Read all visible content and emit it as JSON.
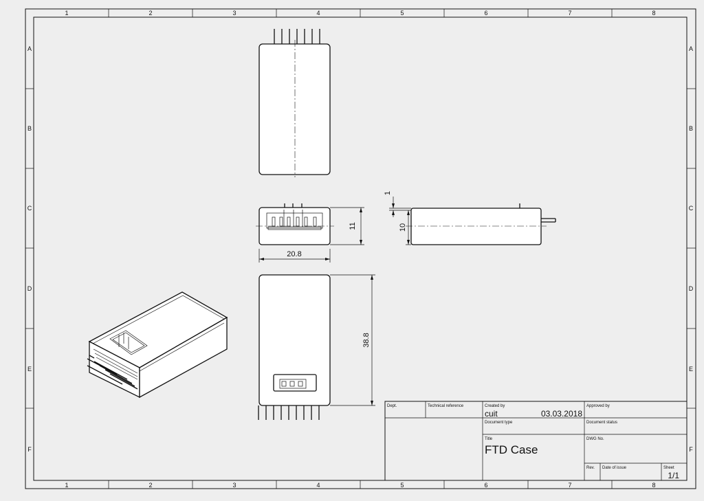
{
  "zones": {
    "columns": [
      "1",
      "2",
      "3",
      "4",
      "5",
      "6",
      "7",
      "8"
    ],
    "rows": [
      "A",
      "B",
      "C",
      "D",
      "E",
      "F"
    ]
  },
  "dimensions": {
    "width": "20.8",
    "length": "38.8",
    "height": "11",
    "side_height": "10",
    "offset": "1"
  },
  "title_block": {
    "dept_label": "Dept.",
    "tech_ref_label": "Technical reference",
    "created_by_label": "Created by",
    "created_by_value": "cuit",
    "created_date": "03.03.2018",
    "approved_by_label": "Approved by",
    "doc_type_label": "Document type",
    "doc_status_label": "Document status",
    "title_label": "Title",
    "title_value": "FTD Case",
    "dwg_no_label": "DWG No.",
    "rev_label": "Rev.",
    "date_issue_label": "Date of issue",
    "sheet_label": "Sheet",
    "sheet_value": "1/1"
  }
}
